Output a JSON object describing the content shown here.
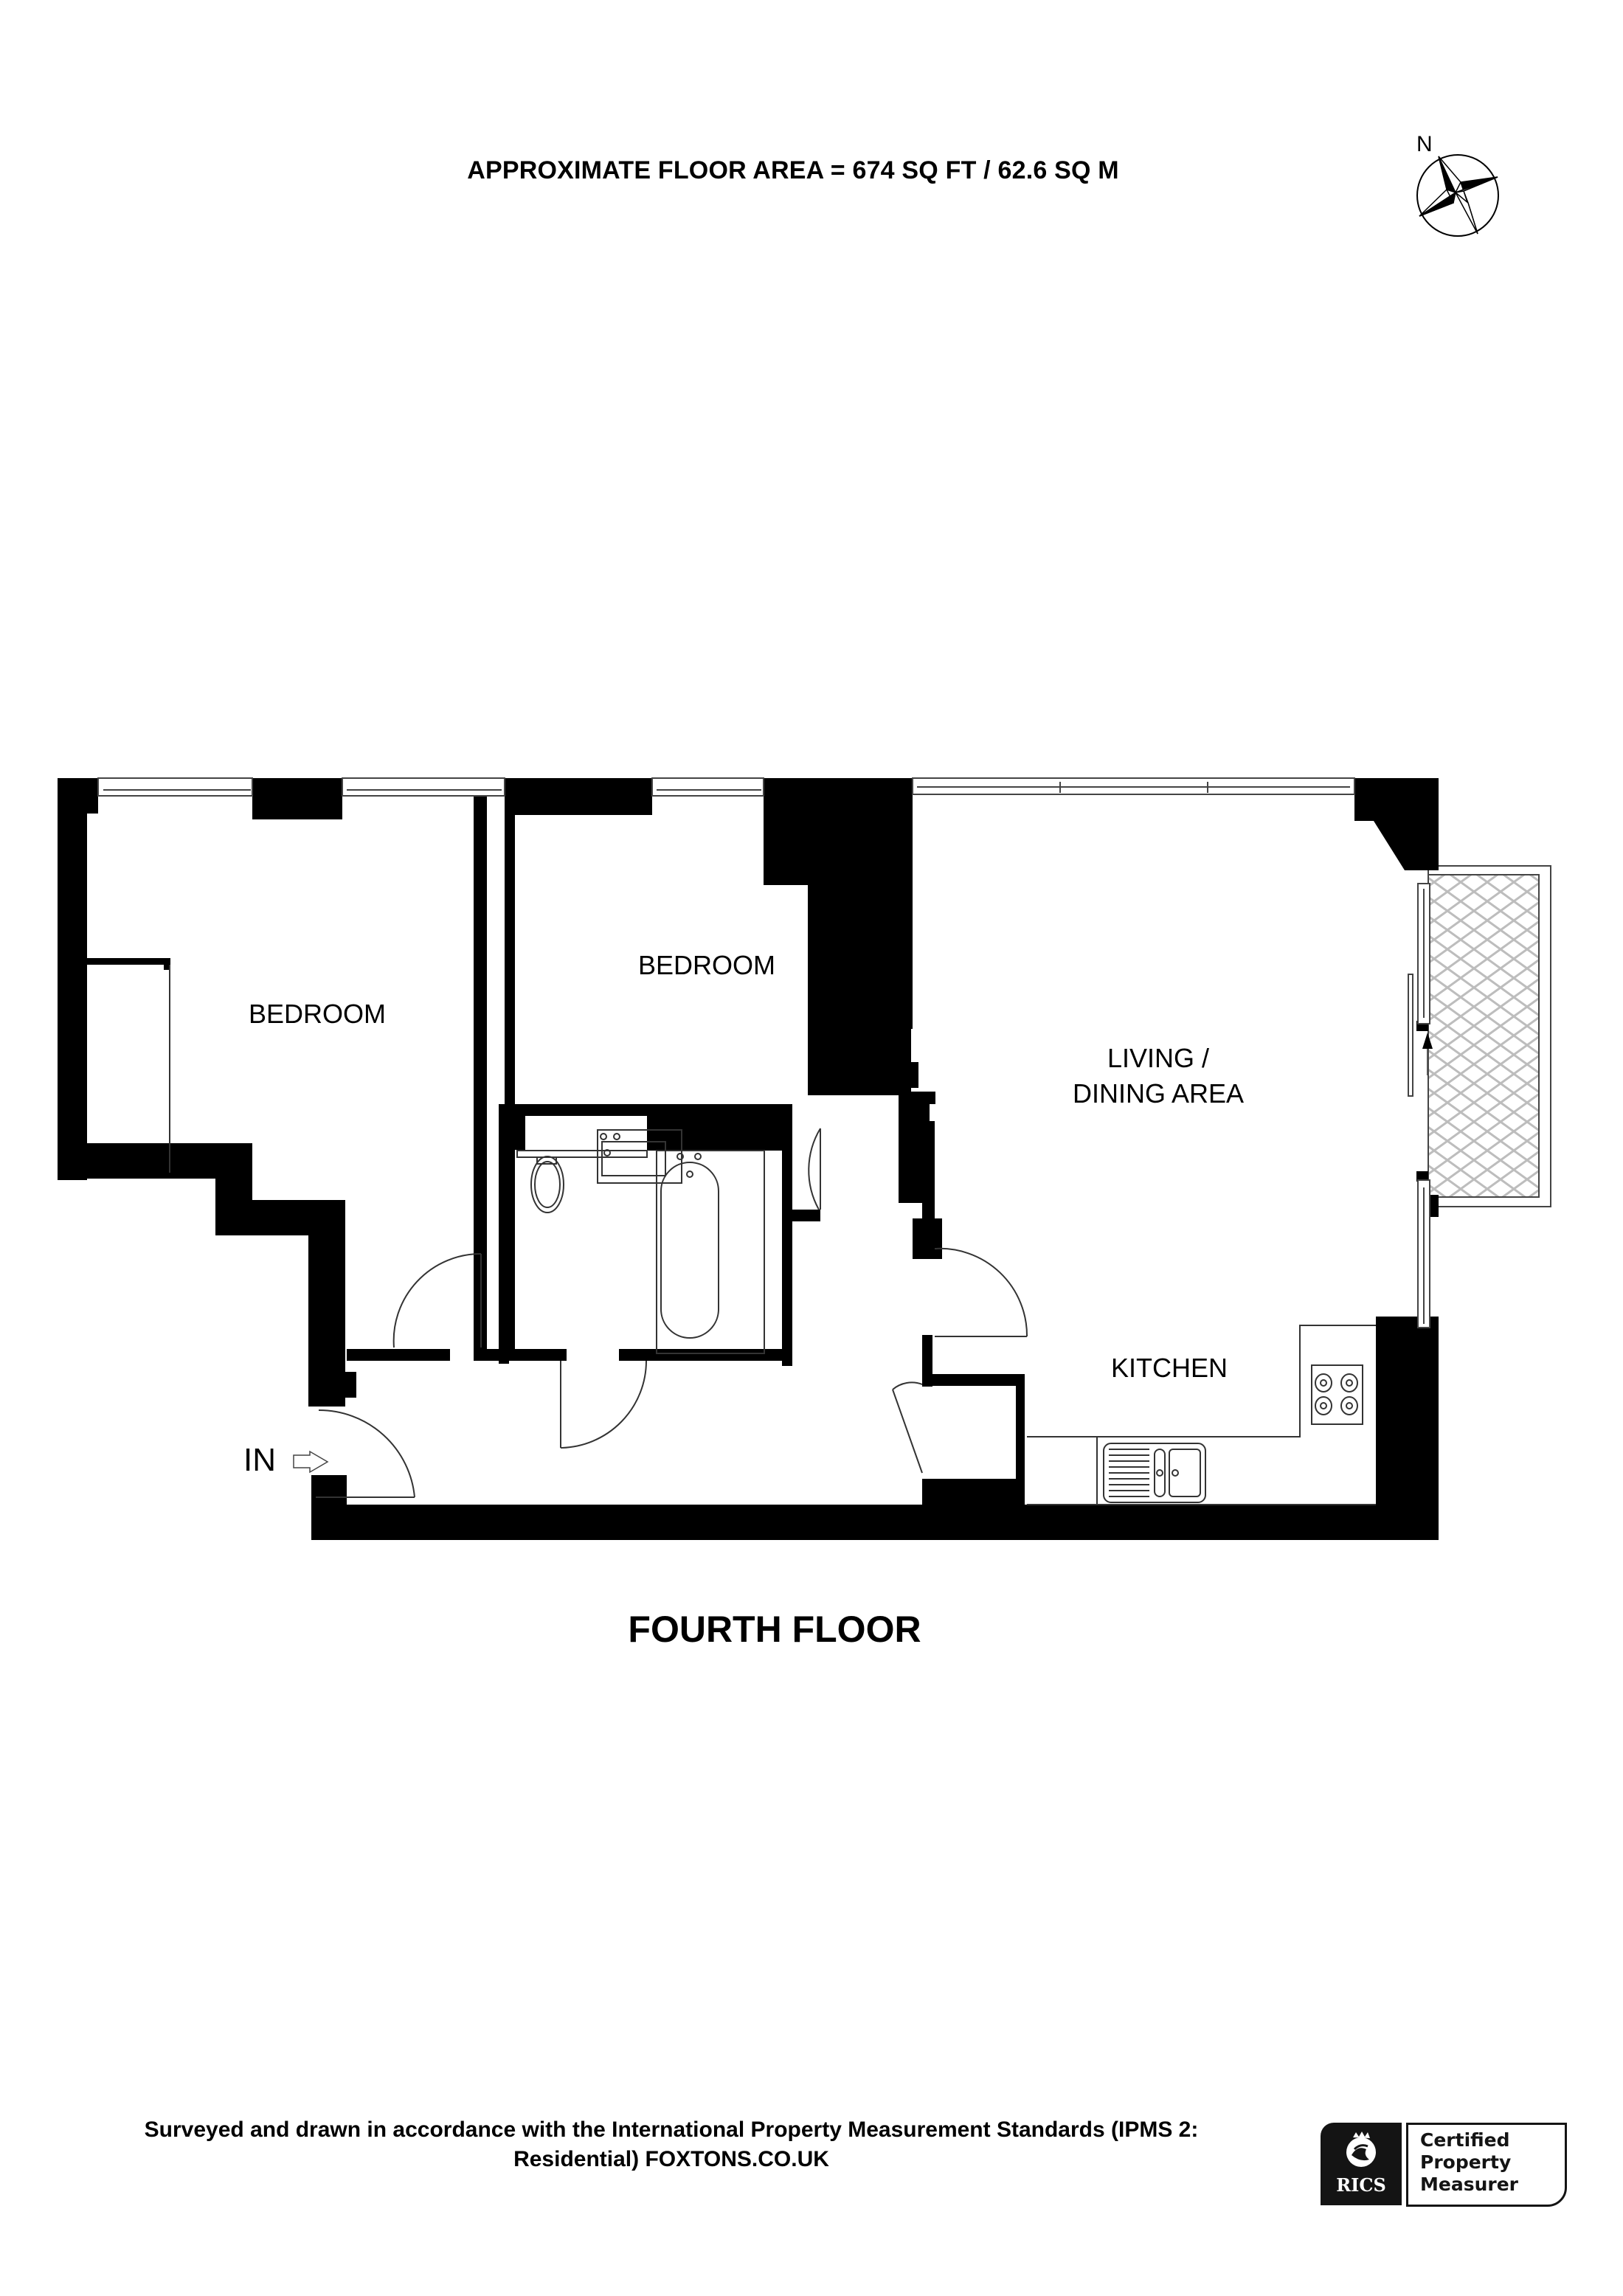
{
  "header": {
    "area_text": "APPROXIMATE FLOOR AREA = 674 SQ FT / 62.6 SQ M",
    "compass_label": "N",
    "compass_icon": "compass-rose-icon"
  },
  "floor_plan": {
    "floor_name": "FOURTH FLOOR",
    "total_area_sq_ft": 674,
    "total_area_sq_m": 62.6,
    "rooms": [
      {
        "id": "bedroom-1",
        "label": "BEDROOM"
      },
      {
        "id": "bedroom-2",
        "label": "BEDROOM"
      },
      {
        "id": "living-dining",
        "label_line1": "LIVING /",
        "label_line2": "DINING AREA"
      },
      {
        "id": "kitchen",
        "label": "KITCHEN"
      },
      {
        "id": "bathroom",
        "label": ""
      },
      {
        "id": "hallway",
        "label": ""
      }
    ],
    "entrance_label": "IN",
    "entrance_icon": "arrow-right-icon",
    "fixtures": [
      "wardrobe",
      "toilet",
      "basin",
      "bath",
      "hob",
      "sink-drainer",
      "sliding-door",
      "balcony"
    ],
    "colors": {
      "walls": "#000000",
      "lines": "#333333",
      "balcony_hatch": "#bdbdbd",
      "background": "#ffffff"
    }
  },
  "footer": {
    "statement_line1": "Surveyed and drawn in accordance with the International Property Measurement Standards (IPMS 2:",
    "statement_line2": "Residential) FOXTONS.CO.UK",
    "badge": {
      "org": "RICS",
      "line1": "Certified",
      "line2": "Property",
      "line3": "Measurer"
    }
  }
}
